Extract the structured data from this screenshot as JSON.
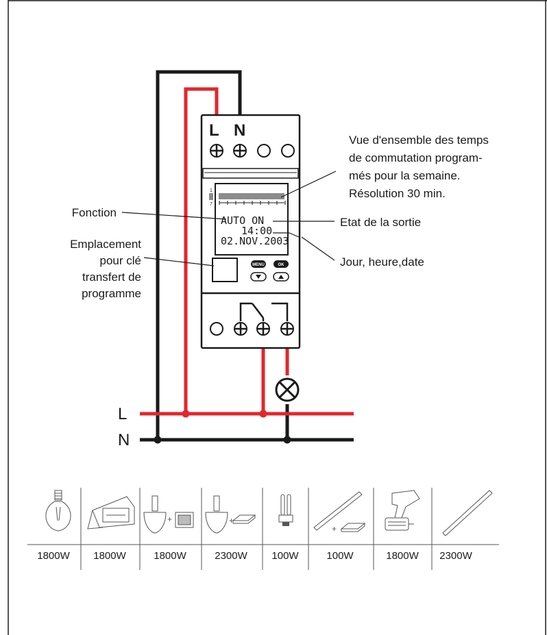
{
  "device": {
    "terminal_top_left": "L",
    "terminal_top_right": "N",
    "display": {
      "line1": "AUTO ON",
      "line2": "14:00",
      "line3": "02.NOV.2003",
      "scale_top": "1",
      "scale_bottom": "7"
    },
    "buttons": {
      "menu": "MENU",
      "ok": "OK",
      "down": "▼",
      "up": "▲"
    }
  },
  "supply": {
    "line_label": "L",
    "neutral_label": "N"
  },
  "annotations": {
    "fonction": "Fonction",
    "emplacement": [
      "Emplacement",
      "pour clé",
      "transfert de",
      "programme"
    ],
    "vue_ensemble": [
      "Vue d'ensemble des temps",
      "de commutation program-",
      "més pour la semaine.",
      "Résolution 30 min."
    ],
    "etat_sortie": "Etat de la sortie",
    "jour_heure_date": "Jour, heure,date"
  },
  "loads": [
    {
      "icon": "incandescent-bulb-icon",
      "power": "1800W"
    },
    {
      "icon": "halogen-floodlight-icon",
      "power": "1800W"
    },
    {
      "icon": "halogen-transformer-icon",
      "power": "1800W"
    },
    {
      "icon": "halogen-electronic-transformer-icon",
      "power": "2300W"
    },
    {
      "icon": "compact-fluorescent-icon",
      "power": "100W"
    },
    {
      "icon": "fluorescent-ballast-icon",
      "power": "100W"
    },
    {
      "icon": "motor-drill-icon",
      "power": "1800W"
    },
    {
      "icon": "fluorescent-tube-icon",
      "power": "2300W"
    }
  ],
  "colors": {
    "line_wire": "#e3262b",
    "neutral_wire": "#1a1a1a"
  }
}
